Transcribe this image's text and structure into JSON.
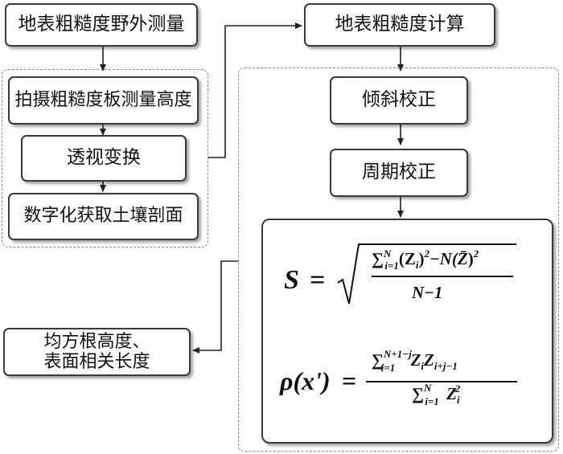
{
  "left_column": {
    "field_measure": "地表粗糙度野外测量",
    "shoot_height": "拍摄粗糙度板测量高度",
    "perspective": "透视变换",
    "digitize": "数字化获取土壤剖面"
  },
  "right_column": {
    "compute": "地表粗糙度计算",
    "tilt": "倾斜校正",
    "period": "周期校正"
  },
  "output": {
    "line1": "均方根高度、",
    "line2": "表面相关长度"
  },
  "formula_S": {
    "lhs": "S",
    "eq": "=",
    "num": "∑",
    "num_sup": "N",
    "num_sub": "i=1",
    "num_body": "(Z",
    "num_body_sub": "i",
    "num_body2": ")",
    "num_pow": "2",
    "num_minus": "−N(",
    "num_zbar": "Z̄",
    "num_close": ")",
    "num_pow2": "2",
    "den": "N−1"
  },
  "formula_rho": {
    "lhs": "ρ(x')",
    "eq": "=",
    "sum": "∑",
    "num_sup": "N+1−j",
    "num_sub": "i=1",
    "num_body": "Z",
    "num_body_sub1": "i",
    "num_body2": "Z",
    "num_body_sub2": "i+j−1",
    "den_sup": "N",
    "den_sub": "i=1",
    "den_body": "Z",
    "den_sub_i": "i",
    "den_pow": "2"
  }
}
